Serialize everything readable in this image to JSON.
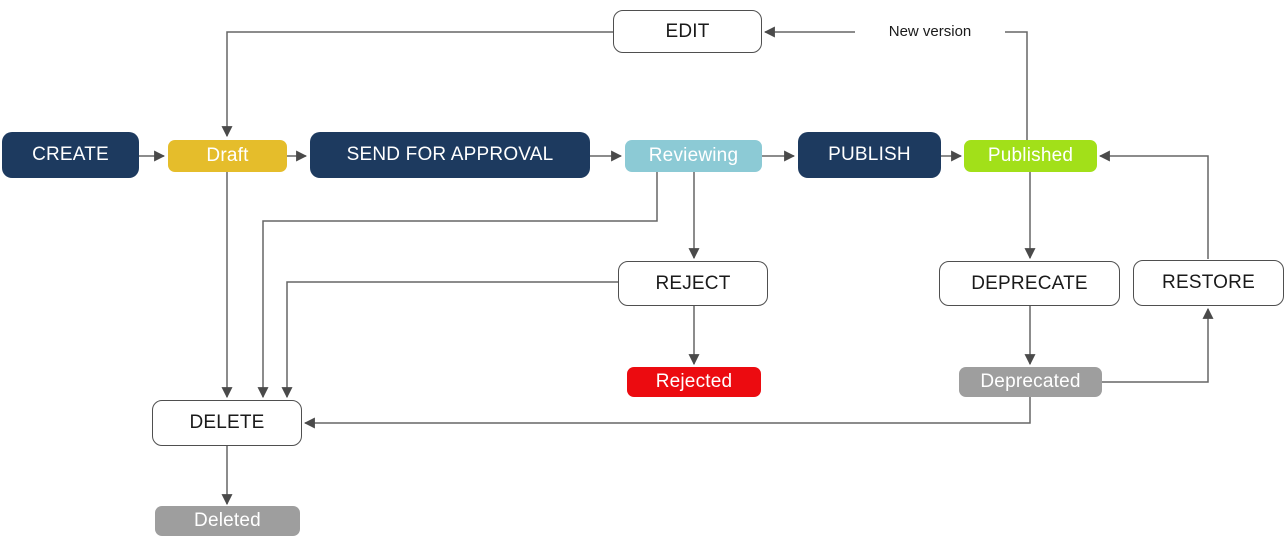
{
  "diagram_type": "flowchart",
  "colors": {
    "background": "#ffffff",
    "connector": "#666666",
    "arrowhead": "#4a4a4a",
    "action_fill": "#1d3a5f",
    "draft_fill": "#e5bd2b",
    "reviewing_fill": "#8ccad5",
    "published_fill": "#a2e019",
    "rejected_fill": "#ec0b10",
    "gray_state_fill": "#9e9e9e"
  },
  "nodes": {
    "create": {
      "label": "CREATE",
      "kind": "action-filled",
      "fill": "#1d3a5f",
      "text_color": "#ffffff"
    },
    "draft": {
      "label": "Draft",
      "kind": "state",
      "fill": "#e5bd2b",
      "text_color": "#ffffff"
    },
    "send_for_approval": {
      "label": "SEND FOR APPROVAL",
      "kind": "action-filled",
      "fill": "#1d3a5f",
      "text_color": "#ffffff"
    },
    "reviewing": {
      "label": "Reviewing",
      "kind": "state",
      "fill": "#8ccad5",
      "text_color": "#ffffff"
    },
    "publish": {
      "label": "PUBLISH",
      "kind": "action-filled",
      "fill": "#1d3a5f",
      "text_color": "#ffffff"
    },
    "published": {
      "label": "Published",
      "kind": "state",
      "fill": "#a2e019",
      "text_color": "#ffffff"
    },
    "edit": {
      "label": "EDIT",
      "kind": "action-outline",
      "fill": "#ffffff",
      "text_color": "#1a1a1a"
    },
    "reject": {
      "label": "REJECT",
      "kind": "action-outline",
      "fill": "#ffffff",
      "text_color": "#1a1a1a"
    },
    "rejected": {
      "label": "Rejected",
      "kind": "state",
      "fill": "#ec0b10",
      "text_color": "#ffffff"
    },
    "deprecate": {
      "label": "DEPRECATE",
      "kind": "action-outline",
      "fill": "#ffffff",
      "text_color": "#1a1a1a"
    },
    "restore": {
      "label": "RESTORE",
      "kind": "action-outline",
      "fill": "#ffffff",
      "text_color": "#1a1a1a"
    },
    "deprecated": {
      "label": "Deprecated",
      "kind": "state",
      "fill": "#9e9e9e",
      "text_color": "#ffffff"
    },
    "delete": {
      "label": "DELETE",
      "kind": "action-outline",
      "fill": "#ffffff",
      "text_color": "#1a1a1a"
    },
    "deleted": {
      "label": "Deleted",
      "kind": "state",
      "fill": "#9e9e9e",
      "text_color": "#ffffff"
    }
  },
  "edge_labels": {
    "new_version": "New version"
  },
  "edges": [
    {
      "from": "CREATE",
      "to": "Draft"
    },
    {
      "from": "Draft",
      "to": "SEND FOR APPROVAL"
    },
    {
      "from": "SEND FOR APPROVAL",
      "to": "Reviewing"
    },
    {
      "from": "Reviewing",
      "to": "PUBLISH"
    },
    {
      "from": "PUBLISH",
      "to": "Published"
    },
    {
      "from": "Published",
      "to": "EDIT",
      "label": "New version"
    },
    {
      "from": "EDIT",
      "to": "Draft"
    },
    {
      "from": "Draft",
      "to": "DELETE"
    },
    {
      "from": "Reviewing",
      "to": "DELETE"
    },
    {
      "from": "Reviewing",
      "to": "REJECT"
    },
    {
      "from": "REJECT",
      "to": "DELETE"
    },
    {
      "from": "REJECT",
      "to": "Rejected"
    },
    {
      "from": "Published",
      "to": "DEPRECATE"
    },
    {
      "from": "DEPRECATE",
      "to": "Deprecated"
    },
    {
      "from": "Deprecated",
      "to": "RESTORE"
    },
    {
      "from": "RESTORE",
      "to": "Published"
    },
    {
      "from": "Deprecated",
      "to": "DELETE"
    },
    {
      "from": "DELETE",
      "to": "Deleted"
    }
  ]
}
